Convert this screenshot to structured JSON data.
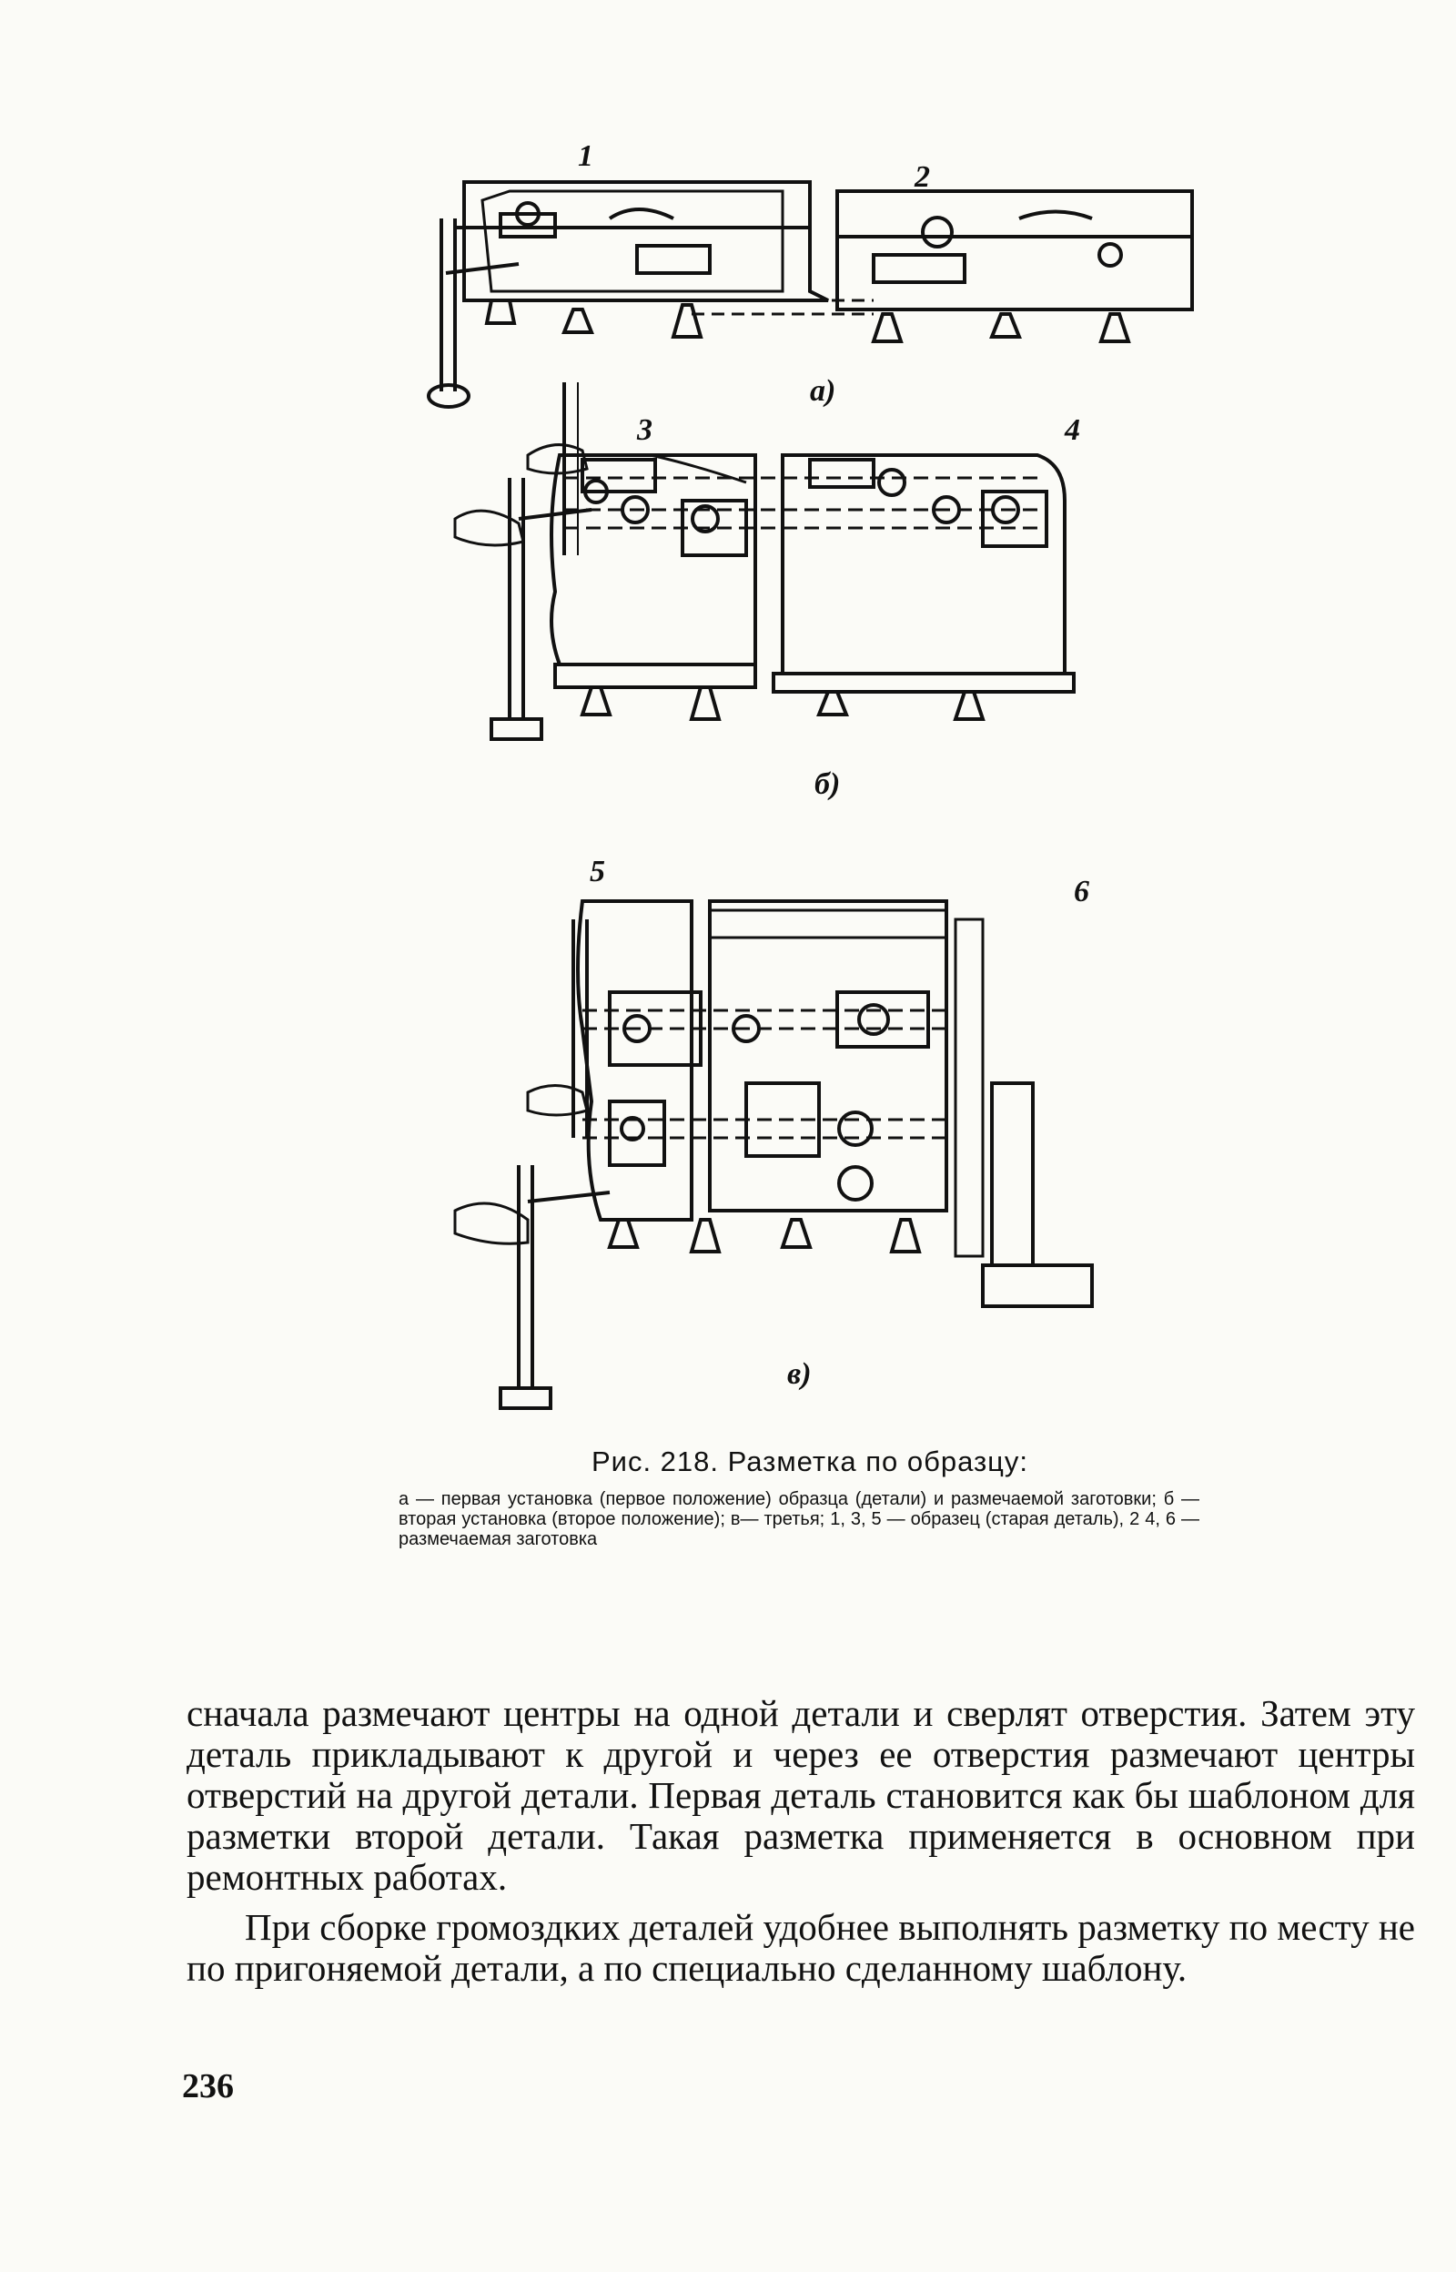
{
  "figure": {
    "part_labels": [
      "1",
      "2",
      "3",
      "4",
      "5",
      "6"
    ],
    "sub_labels": [
      "а)",
      "б)",
      "в)"
    ]
  },
  "caption": {
    "title": "Рис. 218. Разметка по образцу:",
    "body": "а — первая установка (первое положение) образца (детали) и размечаемой заготовки; б — вторая установка (второе положение); в— третья; 1, 3, 5 — образец (старая деталь), 2 4, 6 — размечаемая заготовка"
  },
  "paragraphs": [
    "сначала размечают центры на одной детали и сверлят отверстия. Затем эту деталь прикладывают к другой и через ее отверстия размечают центры отверстий на другой детали. Первая деталь становится как бы шаблоном для разметки второй детали. Такая разметка применяется в основном при ремонтных работах.",
    "При сборке громоздких деталей удобнее выполнять разметку по месту не по пригоняемой детали, а по специально сделанному шаблону."
  ],
  "page_number": "236"
}
